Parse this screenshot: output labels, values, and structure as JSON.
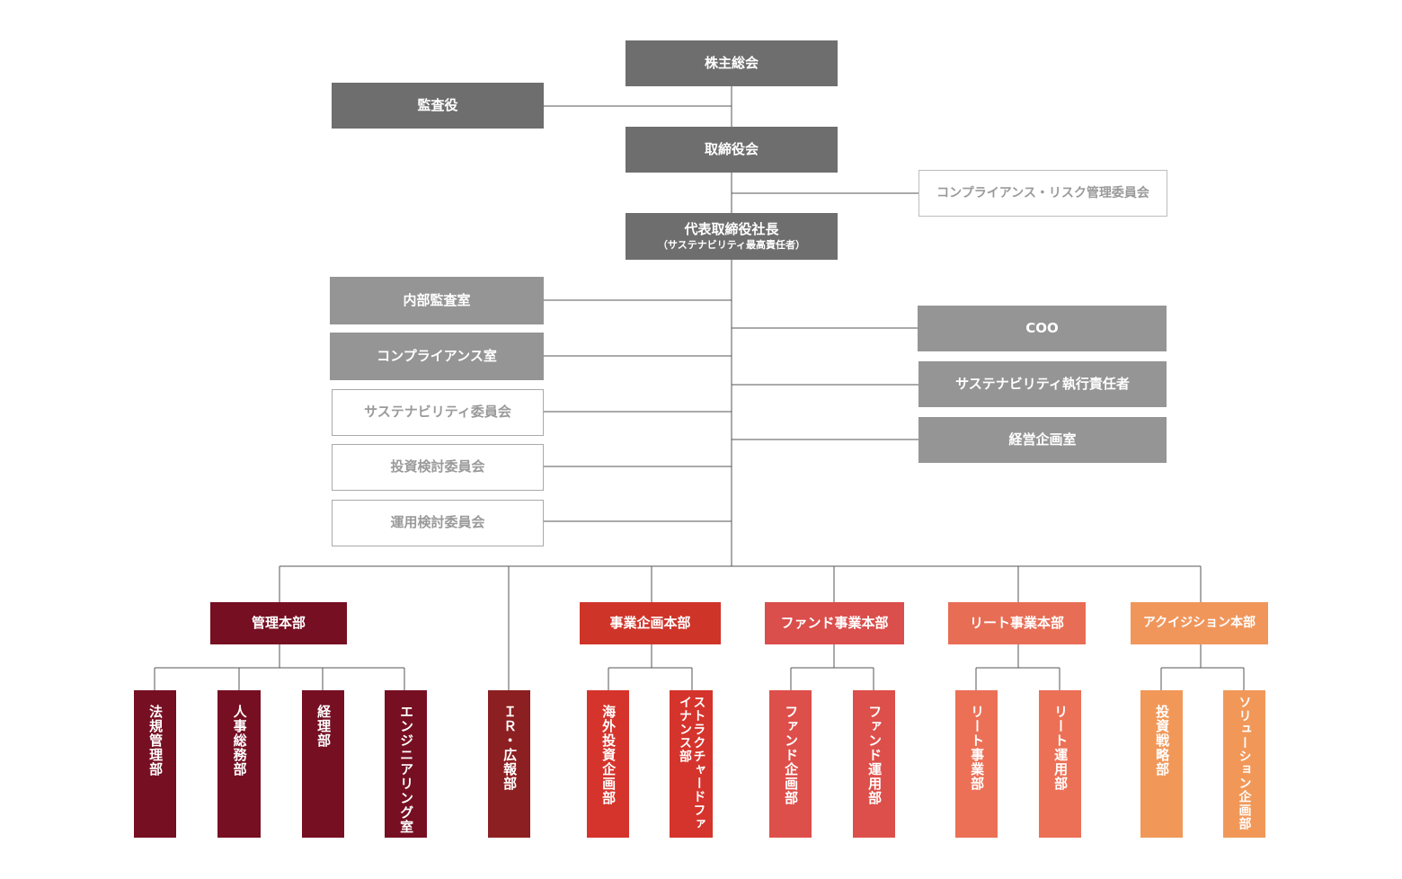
{
  "top": {
    "shareholders": "株主総会",
    "auditor": "監査役",
    "board": "取締役会",
    "compliance_risk_committee": "コンプライアンス・リスク管理委員会",
    "president_line1": "代表取締役社長",
    "president_line2": "（サステナビリティ最高責任者）"
  },
  "left_staff": [
    "内部監査室",
    "コンプライアンス室",
    "サステナビリティ委員会",
    "投資検討委員会",
    "運用検討委員会"
  ],
  "right_staff": [
    "COO",
    "サステナビリティ執行責任者",
    "経営企画室"
  ],
  "divisions": [
    {
      "label": "管理本部",
      "color": "#760f22",
      "departments": [
        "法規管理部",
        "人事総務部",
        "経理部",
        "エンジニアリング室"
      ]
    },
    {
      "label": "ＩＲ・広報部",
      "color": "#8c1f21",
      "departments": []
    },
    {
      "label": "事業企画本部",
      "color": "#cf3429",
      "departments": [
        "海外投資企画部",
        "ストラクチャードファイナンス部"
      ]
    },
    {
      "label": "ファンド事業本部",
      "color": "#da4e4c",
      "departments": [
        "ファンド企画部",
        "ファンド運用部"
      ]
    },
    {
      "label": "リート事業本部",
      "color": "#e86d55",
      "departments": [
        "リート事業部",
        "リート運用部"
      ]
    },
    {
      "label": "アクイジション本部",
      "color": "#f0965b",
      "departments": [
        "投資戦略部",
        "ソリューション企画部"
      ]
    }
  ]
}
